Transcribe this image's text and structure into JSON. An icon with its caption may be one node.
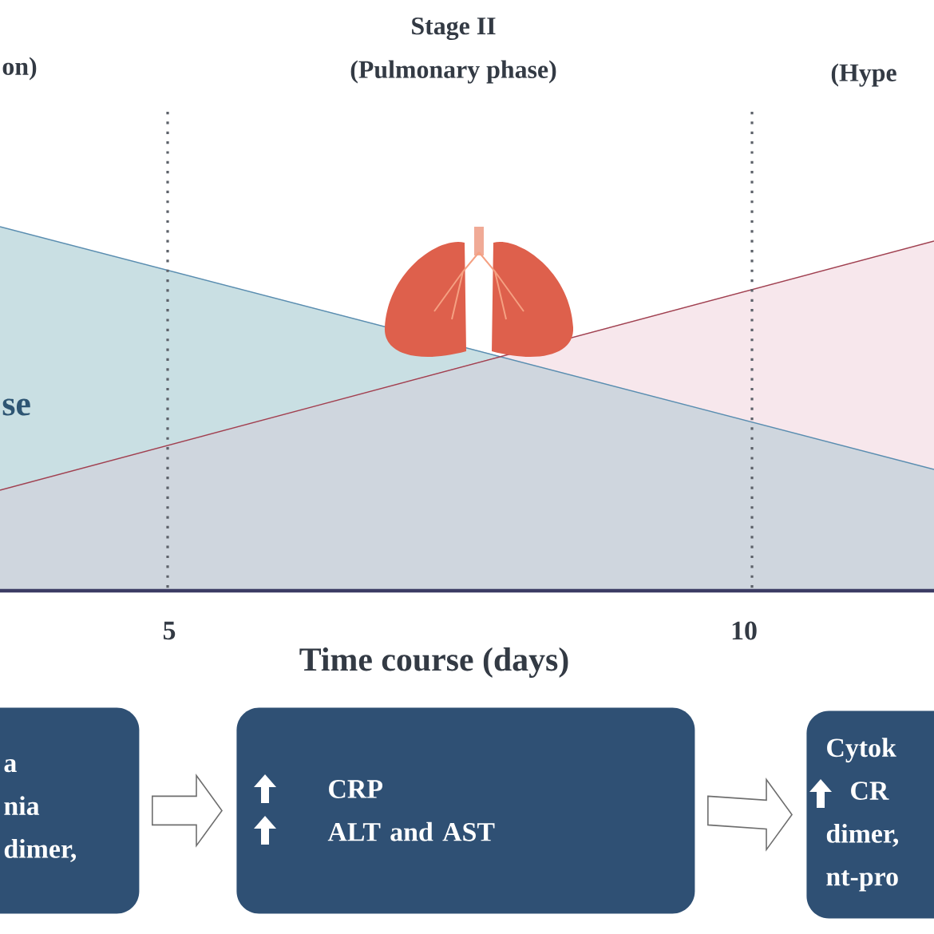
{
  "diagram": {
    "nodes": [
      {
        "text": [
          "a",
          "nia",
          "dimer,"
        ]
      },
      {
        "text": [
          "CRP",
          "ALT and AST"
        ]
      },
      {
        "text": [
          "Cytok",
          "CR",
          "dimer,",
          "nt-pro"
        ]
      }
    ],
    "edges": [
      {
        "from": 0,
        "to": 1,
        "arrow": "to"
      },
      {
        "from": 1,
        "to": 2,
        "arrow": "to"
      }
    ],
    "labels": [
      "on)",
      "Stage II",
      "(Pulmonary phase)",
      "(Hype",
      "se",
      "5",
      "10",
      "Time course (days)"
    ]
  }
}
